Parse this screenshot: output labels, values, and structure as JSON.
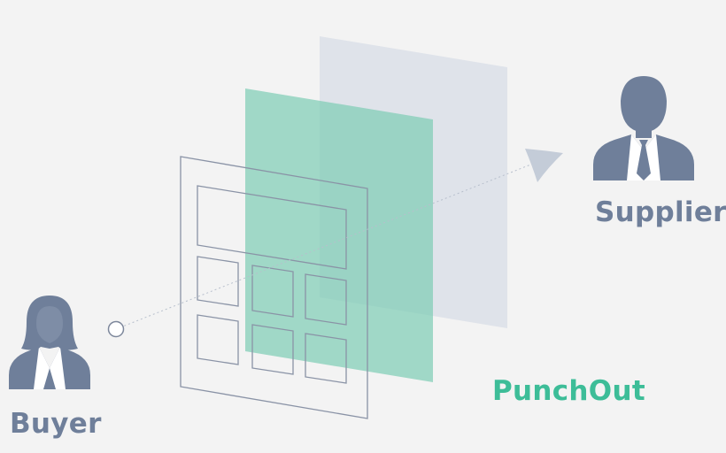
{
  "labels": {
    "supplier": "Supplier",
    "buyer": "Buyer",
    "punchout": "PunchOut"
  },
  "colors": {
    "background": "#f3f3f3",
    "person": "#6f7f9a",
    "back_panel": "#dfe3ea",
    "green_panel": "#7fcdb5",
    "punchout_text": "#3dbd98",
    "outline": "#8a93a6",
    "arrow": "#c4ccd8"
  },
  "icons": {
    "supplier": "male-business-person-icon",
    "buyer": "female-business-person-icon",
    "arrowhead": "arrowhead-icon",
    "start": "circle-start-icon"
  }
}
